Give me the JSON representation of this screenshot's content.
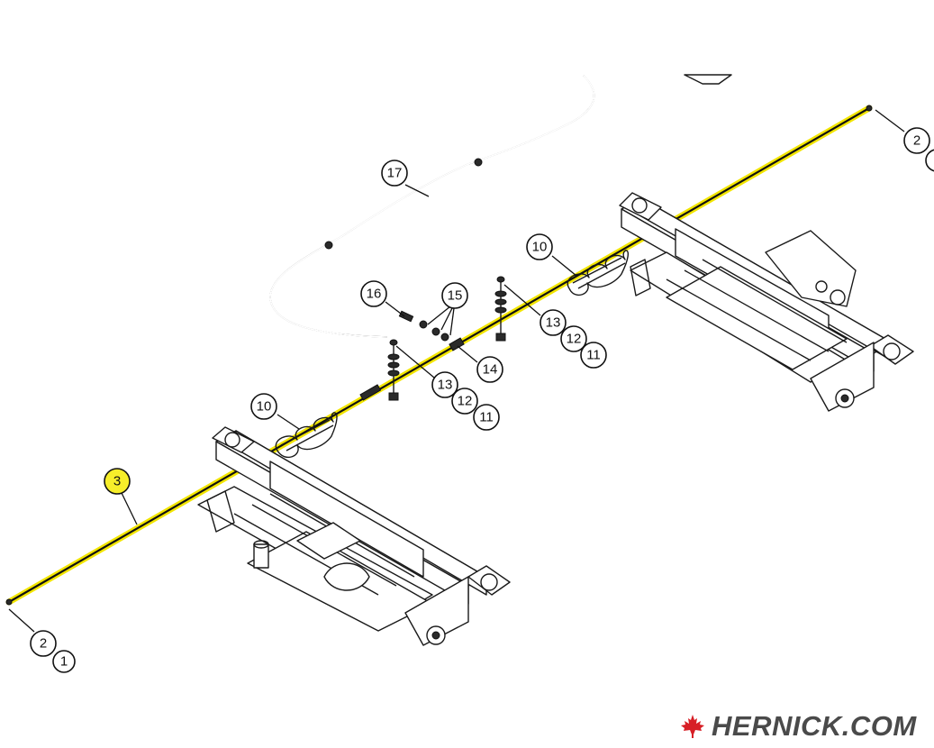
{
  "brand": {
    "text": "HERNICK.COM",
    "logo_icon": "maple-leaf-icon",
    "logo_color": "#d71f26",
    "text_color": "#4a4a4a"
  },
  "diagram": {
    "highlight_color": "#f6ee2a",
    "highlighted_part": "3",
    "callouts": [
      {
        "id": "c2-top",
        "label": "2"
      },
      {
        "id": "c17",
        "label": "17"
      },
      {
        "id": "c10-right",
        "label": "10"
      },
      {
        "id": "c16",
        "label": "16"
      },
      {
        "id": "c15",
        "label": "15"
      },
      {
        "id": "c13-right",
        "label": "13"
      },
      {
        "id": "c12-right",
        "label": "12"
      },
      {
        "id": "c11-right",
        "label": "11"
      },
      {
        "id": "c14",
        "label": "14"
      },
      {
        "id": "c13-mid",
        "label": "13"
      },
      {
        "id": "c12-mid",
        "label": "12"
      },
      {
        "id": "c11-mid",
        "label": "11"
      },
      {
        "id": "c10-left",
        "label": "10"
      },
      {
        "id": "c3",
        "label": "3"
      },
      {
        "id": "c2-bottom",
        "label": "2"
      },
      {
        "id": "c1",
        "label": "1"
      }
    ]
  }
}
